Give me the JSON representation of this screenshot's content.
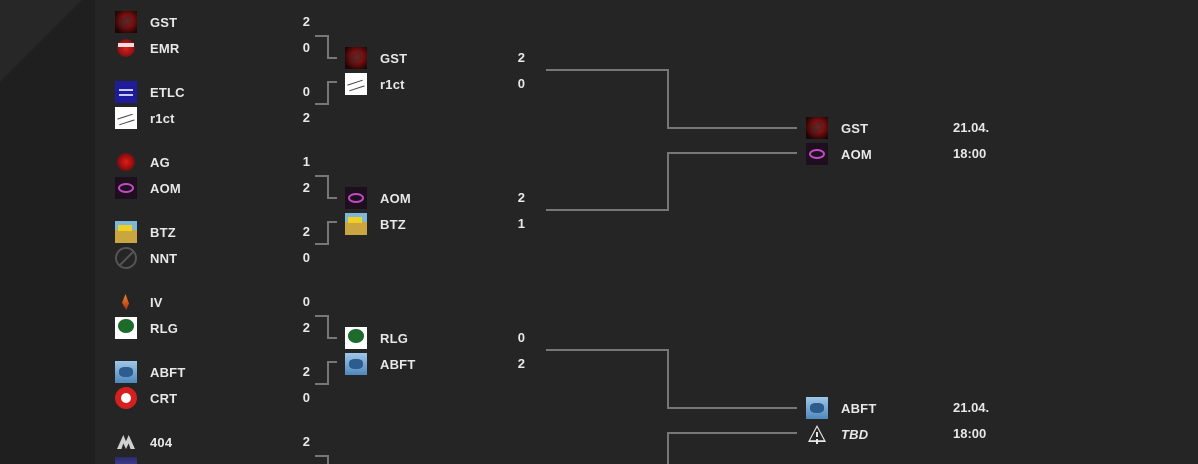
{
  "round1": [
    {
      "team": "GST",
      "score": "2",
      "logo": "gst-red-logo"
    },
    {
      "team": "EMR",
      "score": "0",
      "logo": "emr-shield-logo"
    },
    {
      "team": "ETLC",
      "score": "0",
      "logo": "etlc-blue-logo"
    },
    {
      "team": "r1ct",
      "score": "2",
      "logo": "r1ct-sketch-logo"
    },
    {
      "team": "AG",
      "score": "1",
      "logo": "ag-red-emblem-logo"
    },
    {
      "team": "AOM",
      "score": "2",
      "logo": "aom-purple-logo"
    },
    {
      "team": "BTZ",
      "score": "2",
      "logo": "btz-banner-logo"
    },
    {
      "team": "NNT",
      "score": "0",
      "logo": "no-logo-icon"
    },
    {
      "team": "IV",
      "score": "0",
      "logo": "iv-flame-logo"
    },
    {
      "team": "RLG",
      "score": "2",
      "logo": "rlg-green-logo"
    },
    {
      "team": "ABFT",
      "score": "2",
      "logo": "abft-blue-logo"
    },
    {
      "team": "CRT",
      "score": "0",
      "logo": "crt-red-logo"
    },
    {
      "team": "404",
      "score": "2",
      "logo": "404-mountain-logo"
    },
    {
      "team": "",
      "score": "",
      "logo": "partial-logo"
    }
  ],
  "round2": [
    {
      "team": "GST",
      "score": "2",
      "logo": "gst-red-logo"
    },
    {
      "team": "r1ct",
      "score": "0",
      "logo": "r1ct-sketch-logo"
    },
    {
      "team": "AOM",
      "score": "2",
      "logo": "aom-purple-logo"
    },
    {
      "team": "BTZ",
      "score": "1",
      "logo": "btz-banner-logo"
    },
    {
      "team": "RLG",
      "score": "0",
      "logo": "rlg-green-logo"
    },
    {
      "team": "ABFT",
      "score": "2",
      "logo": "abft-blue-logo"
    }
  ],
  "round3": [
    {
      "team": "GST",
      "info": "21.04.",
      "logo": "gst-red-logo"
    },
    {
      "team": "AOM",
      "info": "18:00",
      "logo": "aom-purple-logo"
    },
    {
      "team": "ABFT",
      "info": "21.04.",
      "logo": "abft-blue-logo"
    },
    {
      "team": "TBD",
      "info": "18:00",
      "logo": "warning-icon"
    }
  ],
  "colors": {
    "background": "#252525",
    "side_panel": "#1f1f1f",
    "text": "#e8e8e8",
    "connector": "#777777"
  }
}
